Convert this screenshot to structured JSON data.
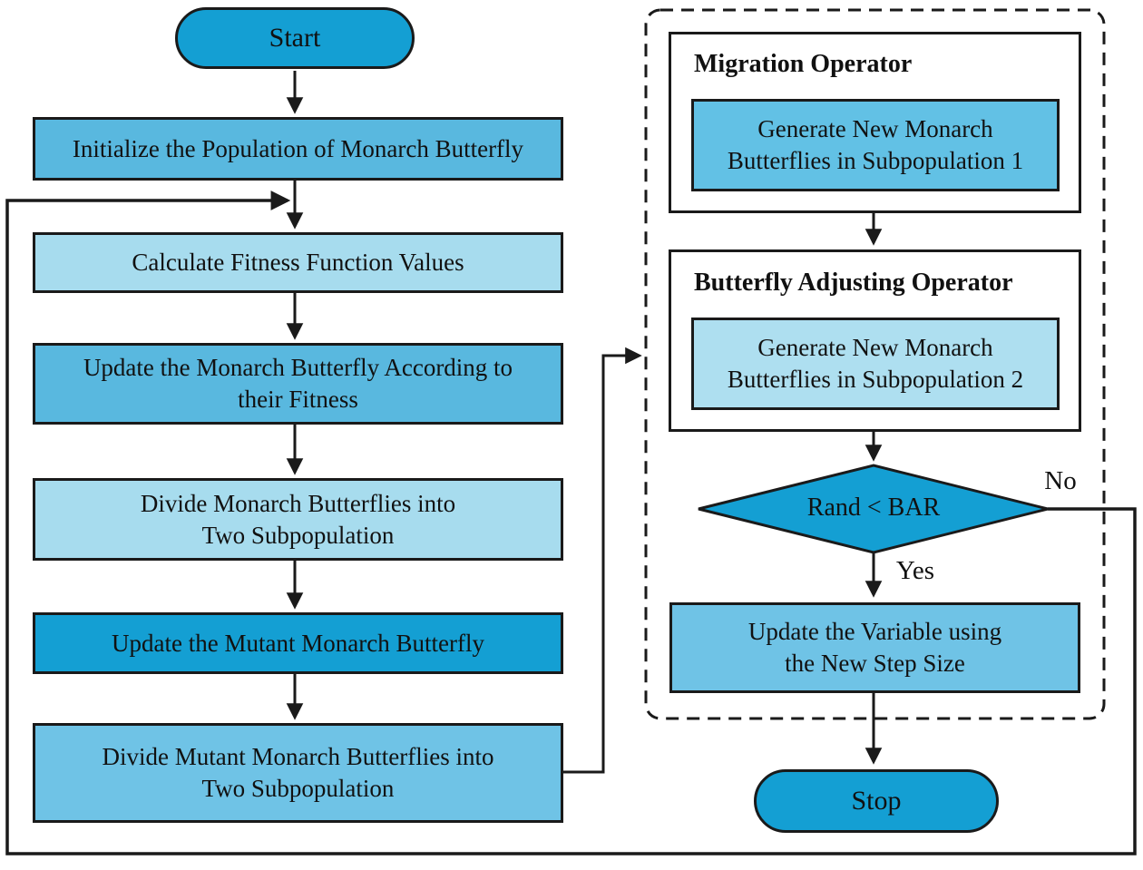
{
  "palette": {
    "dark_blue": "#149fd3",
    "medium_blue": "#59b8df",
    "sky_blue": "#6fc3e6",
    "inner_blue": "#62c1e5",
    "light_blue": "#a7dcee",
    "pale_blue": "#aedff0",
    "line_black": "#1a1a1a"
  },
  "nodes": {
    "start": {
      "label": "Start"
    },
    "initialize": {
      "label": "Initialize the Population of Monarch Butterfly"
    },
    "calculate_fitness": {
      "label": "Calculate Fitness Function Values"
    },
    "update_monarch": {
      "label": "Update the Monarch Butterfly According to\ntheir Fitness"
    },
    "divide_monarch": {
      "label": "Divide Monarch Butterflies into\nTwo Subpopulation"
    },
    "update_mutant": {
      "label": "Update the Mutant Monarch Butterfly"
    },
    "divide_mutant": {
      "label": "Divide Mutant Monarch Butterflies into\nTwo Subpopulation"
    },
    "migration_operator": {
      "title": "Migration Operator",
      "inner_label": "Generate New Monarch\nButterflies in Subpopulation 1"
    },
    "butterfly_adjusting_operator": {
      "title": "Butterfly Adjusting Operator",
      "inner_label": "Generate New Monarch\nButterflies in Subpopulation 2"
    },
    "decision": {
      "label": "Rand < BAR",
      "yes_label": "Yes",
      "no_label": "No"
    },
    "update_variable": {
      "label": "Update the Variable using\nthe New Step Size"
    },
    "stop": {
      "label": "Stop"
    }
  }
}
